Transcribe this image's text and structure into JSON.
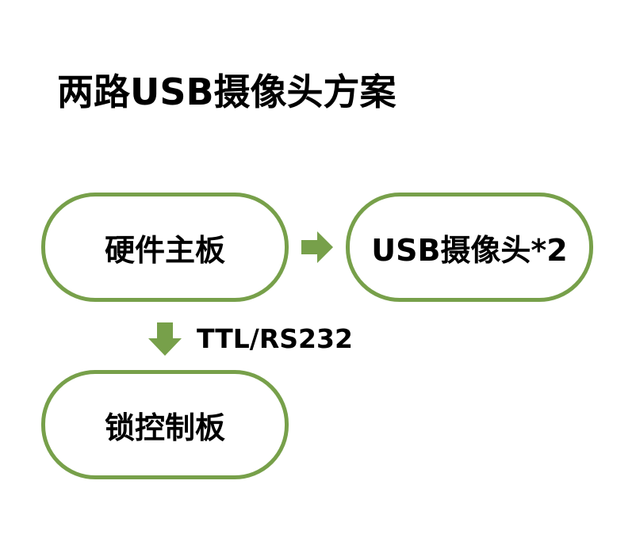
{
  "title": "两路USB摄像头方案",
  "nodes": {
    "mainboard": "硬件主板",
    "camera": "USB摄像头*2",
    "lock_board": "锁控制板"
  },
  "edges": {
    "main_to_lock_label": "TTL/RS232"
  },
  "colors": {
    "accent": "#77a04a",
    "text": "#000000",
    "background": "#ffffff"
  }
}
